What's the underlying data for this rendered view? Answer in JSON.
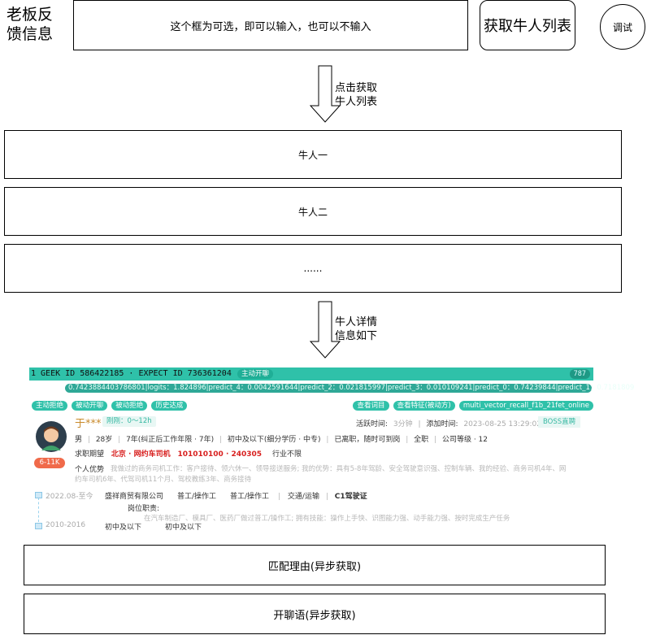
{
  "header": {
    "side_title": "老板反馈信息",
    "input_placeholder": "这个框为可选，即可以输入，也可以不输入",
    "fetch_button": "获取牛人列表",
    "debug_button": "调试"
  },
  "arrows": {
    "first_label_line1": "点击获取",
    "first_label_line2": "牛人列表",
    "second_label_line1": "牛人详情",
    "second_label_line2": "信息如下"
  },
  "geek_list": [
    {
      "label": "牛人一"
    },
    {
      "label": "牛人二"
    },
    {
      "label": "......"
    }
  ],
  "card": {
    "top_id": "1 GEEK ID 586422185  · EXPECT ID 736361204",
    "top_tag": "主动开聊",
    "top_score": "787",
    "logits": "0.7423884403786801|logits：1.824896|predict_4：0.0042591644|predict_2：0.021815997|predict_3：0.010109241|predict_0：0.74239844|predict_1：0.7181809",
    "left_tags": [
      "主动拒绝",
      "被动开聊",
      "被动拒绝",
      "历史达成"
    ],
    "right_tags": [
      "查看词目",
      "查看特征(被动方)",
      "multi_vector_recall_f1b_21fet_online"
    ],
    "name": "于***",
    "status_badge": "刚刚：0～12h",
    "active_label": "活跃时间:",
    "active_value": "3分钟",
    "added_label": "添加时间:",
    "added_value": "2023-08-25 13:29:02",
    "boss_button": "BOSS直聘",
    "salary_badge": "6-11K",
    "profile": [
      "男",
      "28岁",
      "7年(纠正后工作年限 · 7年)",
      "初中及以下(细分学历 · 中专)",
      "已离职，随时可到岗",
      "全职",
      "公司等级 · 12"
    ],
    "expect_label": "求职期望",
    "expect_city_job": "北京 · 网约车司机",
    "expect_code": "101010100 · 240305",
    "expect_industry": "行业不限",
    "advantage_label": "个人优势",
    "advantage_line1": "我做过的商务司机工作：客户接待、领六休一、领导接送服务; 我的优势：具有5-8年驾龄、安全驾驶意识强、控制车辆、我的经验、商务司机4年、网",
    "advantage_line2": "约车司机6年、代驾司机11个月、驾校教练3年、商务接待",
    "work_period": "2022.08-至今",
    "work_company": "盛祥商贸有限公司",
    "work_title1": "普工/操作工",
    "work_title2": "普工/操作工",
    "work_category": "交通/运输",
    "work_license": "C1驾驶证",
    "duty_label": "岗位职责:",
    "duty_text": "在汽车制造厂、模具厂、医药厂做过普工/操作工; 拥有技能：操作上手快、识图能力强、动手能力强、按时完成生产任务",
    "edu_period": "2010-2016",
    "edu_school": "初中及以下",
    "edu_degree": "初中及以下"
  },
  "bottom": {
    "match_reason": "匹配理由(异步获取)",
    "opening_line": "开聊语(异步获取)"
  },
  "colors": {
    "teal": "#2fc1a9",
    "salary": "#f06a4a",
    "name": "#c98a2b",
    "expect_red": "#d8201f"
  }
}
